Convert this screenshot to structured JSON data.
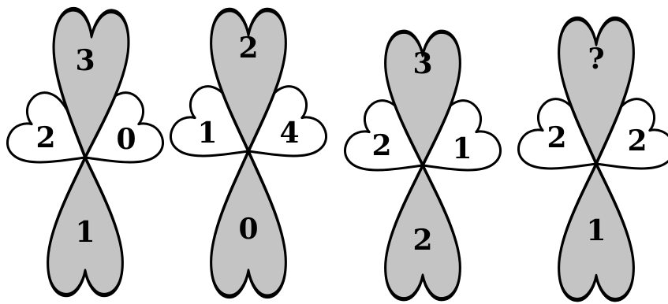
{
  "puzzle": {
    "flowers": [
      {
        "label": "flower-1",
        "top": "3",
        "left": "2",
        "right": "0",
        "bottom": "1"
      },
      {
        "label": "flower-2",
        "top": "2",
        "left": "1",
        "right": "4",
        "bottom": "0"
      },
      {
        "label": "flower-3",
        "top": "3",
        "left": "2",
        "right": "1",
        "bottom": "2"
      },
      {
        "label": "flower-4",
        "top": "?",
        "left": "2",
        "right": "2",
        "bottom": "1"
      }
    ],
    "colors": {
      "vertical_petals": "#c4c4c4",
      "side_petals": "#ffffff",
      "outline": "#000000"
    }
  }
}
